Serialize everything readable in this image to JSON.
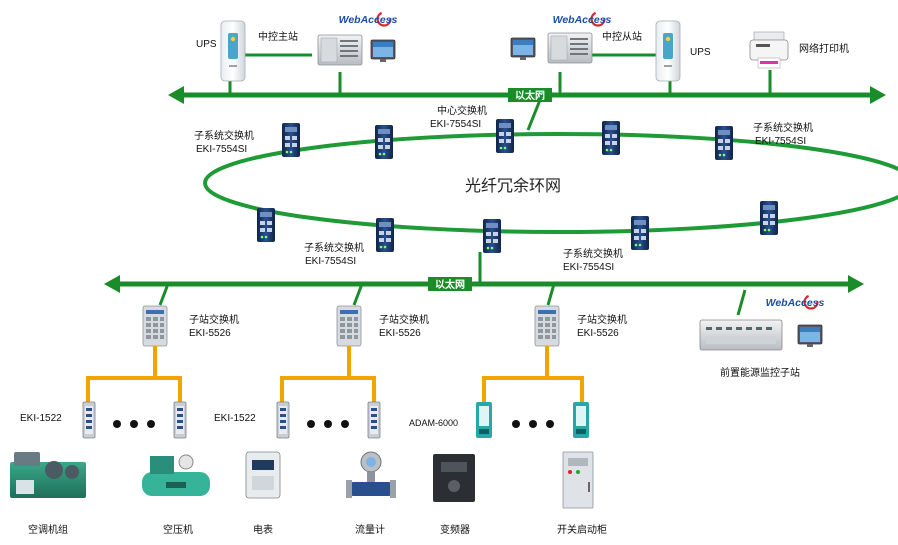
{
  "labels": {
    "ups_left": "UPS",
    "master_station": "中控主站",
    "slave_station": "中控从站",
    "ups_right": "UPS",
    "network_printer": "网络打印机",
    "ethernet_top": "以太网",
    "ethernet_bottom": "以太网",
    "ring_network": "光纤冗余环网",
    "core_switch": "中心交换机",
    "core_switch_model": "EKI-7554SI",
    "subsys_switch": "子系统交换机",
    "subsys_switch_model": "EKI-7554SI",
    "substation_switch": "子站交换机",
    "substation_switch_model": "EKI-5526",
    "eki1522": "EKI-1522",
    "adam6000": "ADAM-6000",
    "frontend_station": "前置能源监控子站",
    "ac_unit": "空调机组",
    "air_compressor": "空压机",
    "meter": "电表",
    "flowmeter": "流量计",
    "inverter": "变频器",
    "switch_cabinet": "开关启动柜",
    "webaccess": "WebAccess"
  },
  "colors": {
    "ethernet": "#1a8c2a",
    "ring": "#1e9a36",
    "fieldbus": "#f5a300",
    "switch_blue": "#1c3a73"
  },
  "icons": [
    "ups-icon",
    "industrial-pc-icon",
    "monitor-icon",
    "printer-icon",
    "ring-switch-icon",
    "din-switch-icon",
    "io-module-icon",
    "ac-unit-icon",
    "compressor-icon",
    "meter-icon",
    "flowmeter-icon",
    "inverter-icon",
    "cabinet-icon",
    "webaccess-logo"
  ]
}
